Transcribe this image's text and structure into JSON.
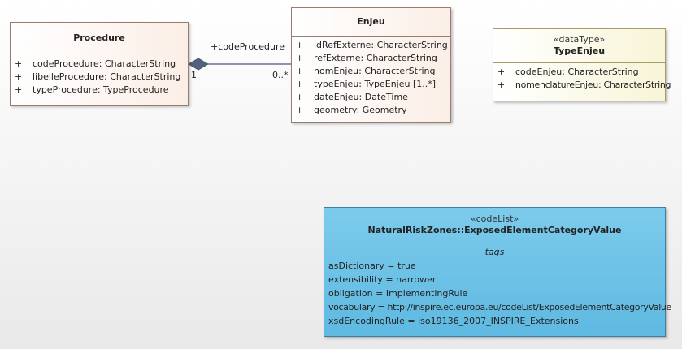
{
  "procedure": {
    "name": "Procedure",
    "attributes": [
      {
        "vis": "+",
        "text": "codeProcedure: CharacterString"
      },
      {
        "vis": "+",
        "text": "libelleProcedure: CharacterString"
      },
      {
        "vis": "+",
        "text": "typeProcedure: TypeProcedure"
      }
    ]
  },
  "enjeu": {
    "name": "Enjeu",
    "attributes": [
      {
        "vis": "+",
        "text": "idRefExterne: CharacterString"
      },
      {
        "vis": "+",
        "text": "refExterne: CharacterString"
      },
      {
        "vis": "+",
        "text": "nomEnjeu: CharacterString"
      },
      {
        "vis": "+",
        "text": "typeEnjeu: TypeEnjeu [1..*]"
      },
      {
        "vis": "+",
        "text": "dateEnjeu: DateTime"
      },
      {
        "vis": "+",
        "text": "geometry: Geometry"
      }
    ]
  },
  "type_enjeu": {
    "stereotype": "«dataType»",
    "name": "TypeEnjeu",
    "attributes": [
      {
        "vis": "+",
        "text": "codeEnjeu: CharacterString"
      },
      {
        "vis": "+",
        "text": "nomenclatureEnjeu: CharacterString"
      }
    ]
  },
  "code_list": {
    "stereotype": "«codeList»",
    "name": "NaturalRiskZones::ExposedElementCategoryValue",
    "tags_title": "tags",
    "tags": [
      "asDictionary = true",
      "extensibility = narrower",
      "obligation = ImplementingRule",
      "vocabulary = http://inspire.ec.europa.eu/codeList/ExposedElementCategoryValue",
      "xsdEncodingRule = iso19136_2007_INSPIRE_Extensions"
    ]
  },
  "association": {
    "role": "+codeProcedure",
    "source_multiplicity": "1",
    "target_multiplicity": "0..*"
  }
}
